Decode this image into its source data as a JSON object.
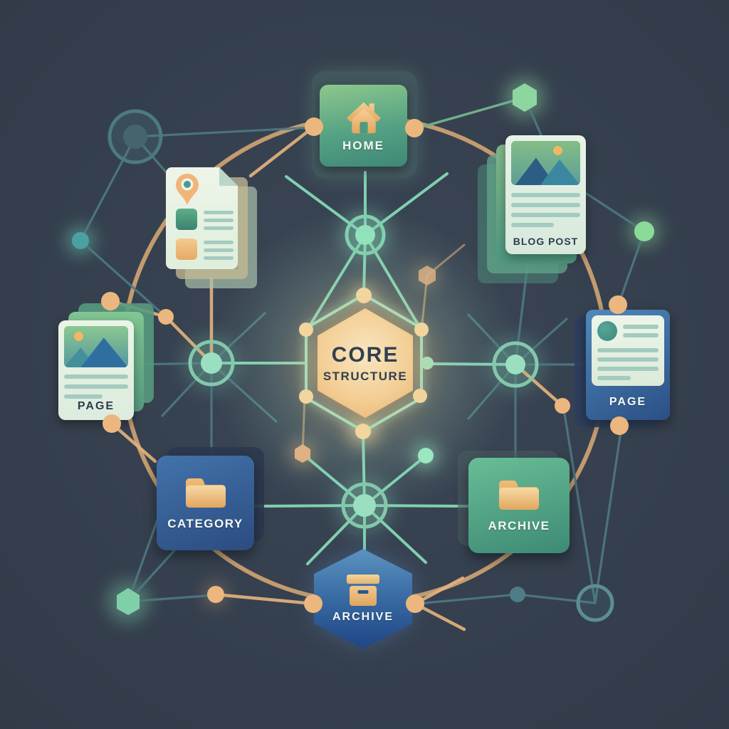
{
  "title": {
    "line1": "CORE",
    "line2": "STRUCTURE"
  },
  "nodes": {
    "home": {
      "label": "HOME"
    },
    "blog_post": {
      "label": "BLOG POST"
    },
    "page_left": {
      "label": "PAGE"
    },
    "page_right": {
      "label": "PAGE"
    },
    "category": {
      "label": "CATEGORY"
    },
    "archive_folder": {
      "label": "ARCHIVE"
    },
    "archive_box": {
      "label": "ARCHIVE"
    }
  },
  "icons": {
    "home": "home-icon",
    "geo_document": "location-pin-icon",
    "blog_thumbnail": "image-placeholder-icon",
    "page_thumbnail": "image-placeholder-icon",
    "page_avatar": "avatar-circle-icon",
    "category": "folder-icon",
    "archive_folder": "folder-icon",
    "archive_box": "archive-box-icon"
  },
  "colors": {
    "background": "#333d4b",
    "gold_accent": "#e2b27c",
    "mint_accent": "#84d8b6",
    "teal_line": "#4e7a82",
    "green_card": "#4f9a80",
    "blue_card": "#2f5a94",
    "paper": "#e9f3e6",
    "core_hex": "#eeba76",
    "dark_text": "#2c3c4e"
  }
}
